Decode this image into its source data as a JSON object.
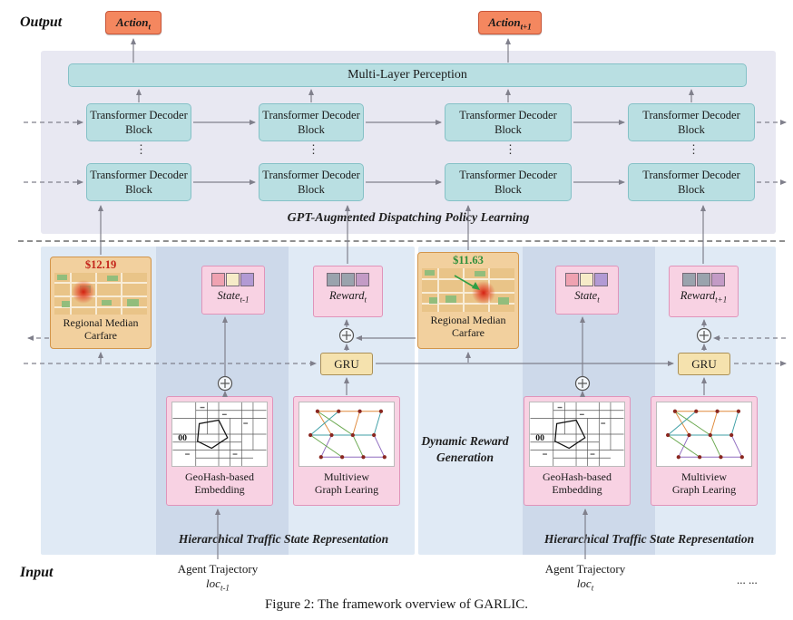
{
  "output_section": {
    "label": "Output",
    "action_t": {
      "base": "Action",
      "sub": "t"
    },
    "action_t1": {
      "base": "Action",
      "sub": "t+1"
    }
  },
  "gpt_panel": {
    "mlp_label": "Multi-Layer Perception",
    "block_line1": "Transformer Decoder",
    "block_line2": "Block",
    "dots": "⋮",
    "caption": "GPT-Augmented Dispatching Policy Learning"
  },
  "reward_section": {
    "carfare_left": {
      "price": "$12.19",
      "label_line1": "Regional Median",
      "label_line2": "Carfare"
    },
    "carfare_right": {
      "price": "$11.63",
      "label_line1": "Regional Median",
      "label_line2": "Carfare"
    },
    "state_prev": {
      "base": "State",
      "sub": "t-1"
    },
    "state_curr": {
      "base": "State",
      "sub": "t"
    },
    "reward_curr": {
      "base": "Reward",
      "sub": "t"
    },
    "reward_next": {
      "base": "Reward",
      "sub": "t+1"
    },
    "gru_label": "GRU",
    "oplus_symbol": "⊕",
    "dynamic_caption_line1": "Dynamic Reward",
    "dynamic_caption_line2": "Generation",
    "geohash_line1": "GeoHash-based",
    "geohash_line2": "Embedding",
    "geohash_code": "00",
    "multiview_line1": "Multiview",
    "multiview_line2": "Graph Learing",
    "hier_caption": "Hierarchical Traffic State Representation"
  },
  "input_section": {
    "label": "Input",
    "trajectory_left": {
      "title": "Agent Trajectory",
      "base": "loc",
      "sub": "t-1"
    },
    "trajectory_right": {
      "title": "Agent Trajectory",
      "base": "loc",
      "sub": "t"
    },
    "ellipsis": "... ..."
  },
  "figure_caption": "Figure 2: The framework overview of GARLIC.",
  "colors": {
    "action_fill": "#f4875f",
    "action_border": "#c8563a",
    "teal_fill": "#b9dfe2",
    "teal_border": "#85c1c7",
    "gpt_panel_bg": "#e8e8f2",
    "lower_panel_bg": "#e0eaf5",
    "inner_strip_bg": "#cdd9ea",
    "pink_fill": "#f8d2e3",
    "pink_border": "#e094ba",
    "carfare_fill": "#f2d09e",
    "carfare_border": "#d2954b",
    "gru_fill": "#f5e2ae",
    "price_left_color": "#c3241a",
    "price_right_color": "#2f8f3c",
    "arrow_color": "#80808c",
    "state_squares": [
      "#efa2b1",
      "#f6ebc8",
      "#b29ad4"
    ],
    "reward_squares": [
      "#9aa3ad",
      "#9aa3ad",
      "#c39bc6"
    ]
  }
}
